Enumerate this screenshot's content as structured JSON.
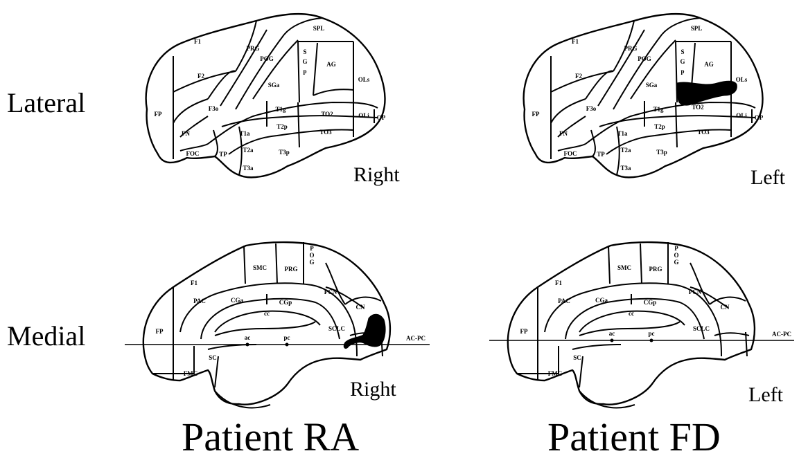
{
  "rows": {
    "lateral": "Lateral",
    "medial": "Medial"
  },
  "patients": {
    "ra": "Patient RA",
    "fd": "Patient FD"
  },
  "sides": {
    "ra_lateral": "Right",
    "fd_lateral": "Left",
    "ra_medial": "Right",
    "fd_medial": "Left"
  },
  "regions": {
    "lateral": [
      "F1",
      "F2",
      "F3o",
      "FN",
      "FOC",
      "FP",
      "PRG",
      "POG",
      "SGa",
      "SPL",
      "S",
      "G",
      "p",
      "AG",
      "OLs",
      "OLi",
      "OP",
      "T1g",
      "TO2",
      "TO3",
      "T1a",
      "T2a",
      "T2p",
      "T3a",
      "T3p",
      "TP"
    ],
    "medial": [
      "F1",
      "FP",
      "FMC",
      "SC",
      "PAC",
      "CGa",
      "CGp",
      "SMC",
      "PRG",
      "P",
      "O",
      "G",
      "PCN",
      "CN",
      "SCLC",
      "cc",
      "ac",
      "pc",
      "AC-PC"
    ]
  },
  "lesions": {
    "ra": "medial occipital (cuneus / SCLC)",
    "fd": "lateral temporo-parietal (AG / TO2)"
  }
}
